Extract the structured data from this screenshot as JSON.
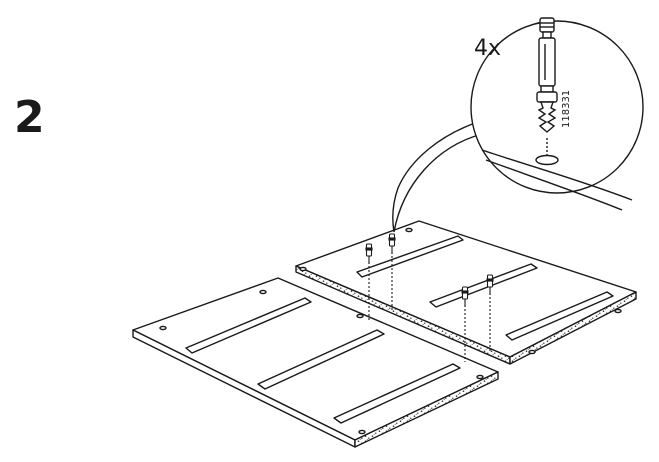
{
  "step": {
    "number": "2"
  },
  "detail": {
    "quantity": "4x",
    "part_number": "118331"
  },
  "colors": {
    "line": "#1a1a1a",
    "panel": "#ffffff",
    "speckle": "#333333"
  },
  "parts": {
    "connector_count": 4,
    "connector_icon": "cam-lock-dowel-icon",
    "panel_count": 2
  }
}
